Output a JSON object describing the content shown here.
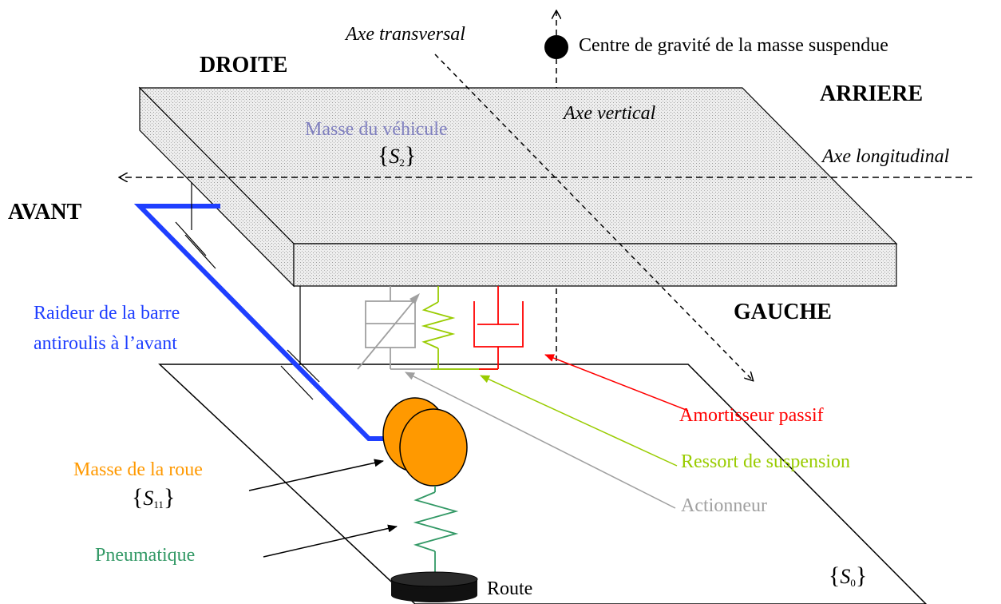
{
  "directions": {
    "droite": "DROITE",
    "arriere": "ARRIERE",
    "avant": "AVANT",
    "gauche": "GAUCHE"
  },
  "axes": {
    "transversal": "Axe transversal",
    "vertical": "Axe vertical",
    "longitudinal": "Axe longitudinal"
  },
  "centre_gravite": "Centre de gravité de la masse suspendue",
  "masse_vehicule": {
    "label": "Masse du véhicule",
    "symbol": "S",
    "index": "2"
  },
  "masse_roue": {
    "label": "Masse de la roue",
    "symbol": "S",
    "index": "11"
  },
  "sol": {
    "symbol": "S",
    "index": "0"
  },
  "components": {
    "barre_antiroulis_line1": "Raideur de la barre",
    "barre_antiroulis_line2": "antiroulis à l’avant",
    "amortisseur": "Amortisseur passif",
    "ressort": "Ressort de suspension",
    "actionneur": "Actionneur",
    "pneumatique": "Pneumatique",
    "route": "Route"
  },
  "colors": {
    "vehicle_label": "#7f7fbf",
    "antiroll_bar": "#1f3fff",
    "wheel": "#ff9900",
    "spring": "#99cc00",
    "damper": "#ff0000",
    "actuator": "#a0a0a0",
    "tire": "#339966",
    "body_fill": "#e8e8e8"
  }
}
